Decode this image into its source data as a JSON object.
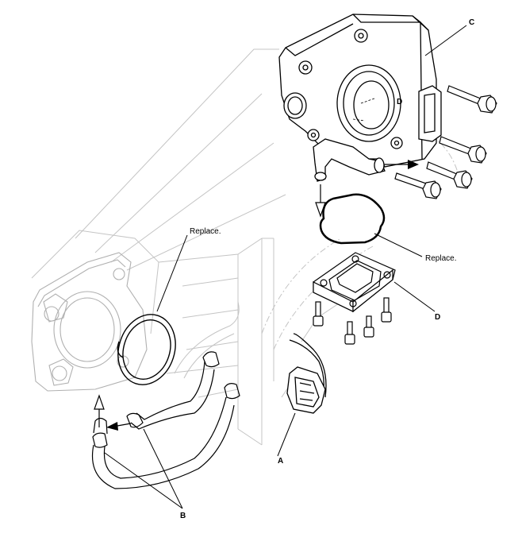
{
  "callouts": {
    "a": "A",
    "b": "B",
    "c": "C",
    "d_part": "D",
    "d_body": "D",
    "replace_gasket": "Replace.",
    "replace_oring": "Replace."
  },
  "colors": {
    "line": "#000000",
    "ghost": "#bdbdbd",
    "paper": "#ffffff"
  }
}
